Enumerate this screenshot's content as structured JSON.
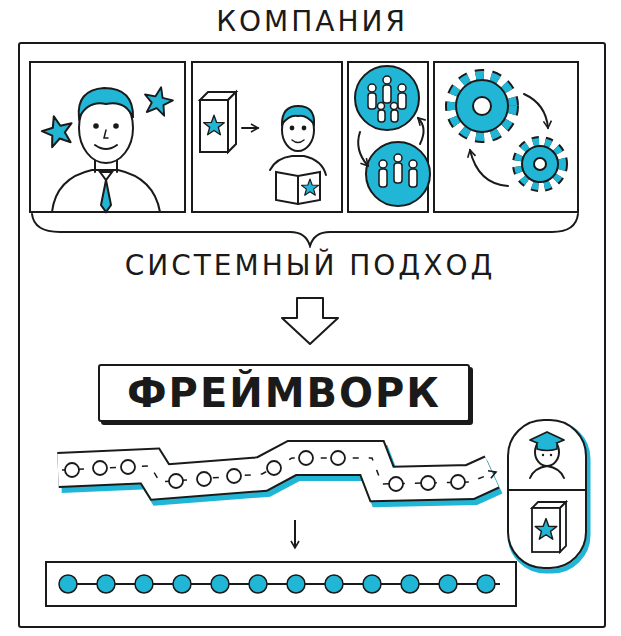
{
  "diagram": {
    "nodes": [
      {
        "text": [
          "КОМПАНИЯ"
        ]
      },
      {
        "text": [
          "ФРЕЙМВОРК"
        ],
        "in": 0
      }
    ],
    "labels": [
      "СИСТЕМНЫЙ ПОДХОД"
    ]
  }
}
